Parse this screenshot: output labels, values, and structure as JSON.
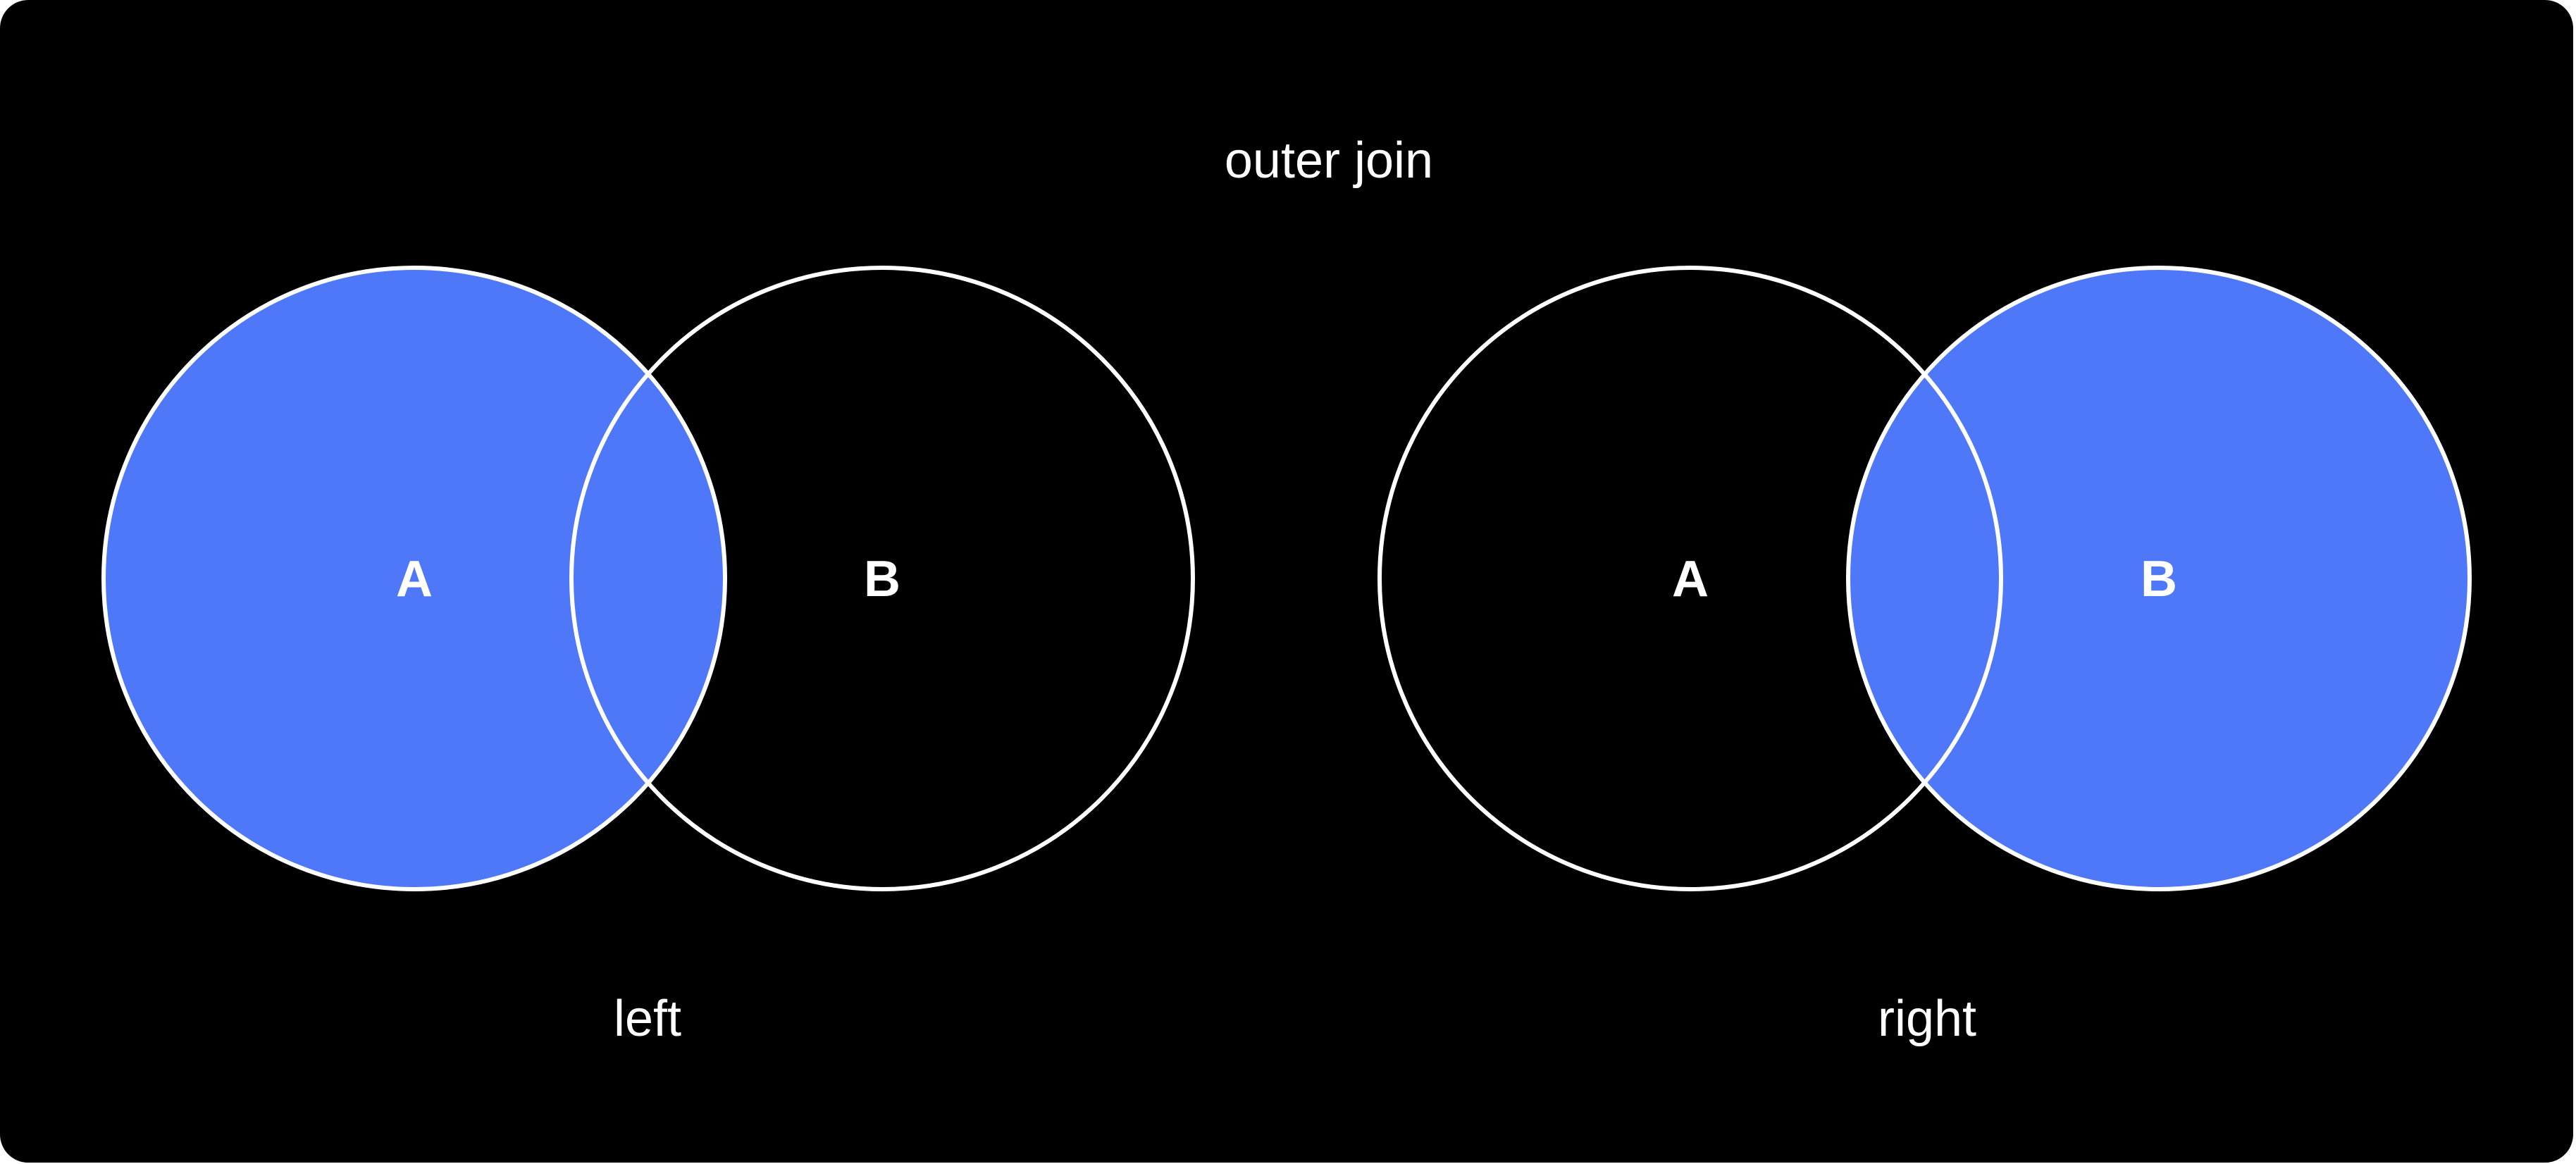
{
  "title": "outer join",
  "colors": {
    "fill": "#4f78f8",
    "stroke": "#ffffff",
    "background": "#000000"
  },
  "diagrams": [
    {
      "caption": "left",
      "set_a": "A",
      "set_b": "B",
      "highlight": "A"
    },
    {
      "caption": "right",
      "set_a": "A",
      "set_b": "B",
      "highlight": "B"
    }
  ]
}
